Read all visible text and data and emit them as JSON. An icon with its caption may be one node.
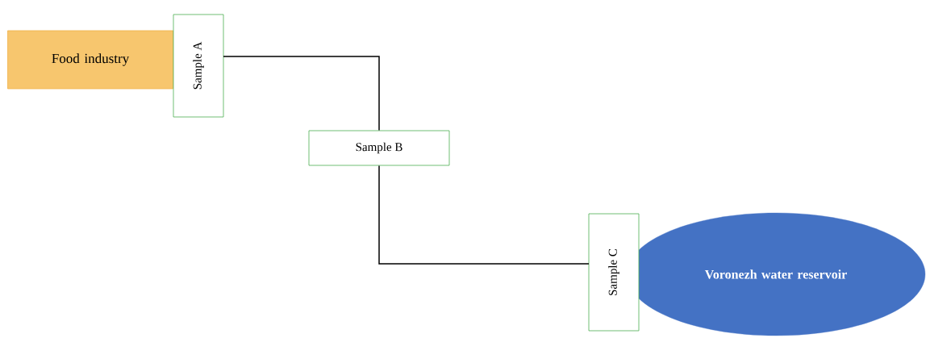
{
  "diagram": {
    "nodes": [
      {
        "text": [
          "Food industry"
        ]
      },
      {
        "text": [
          "Sample A"
        ]
      },
      {
        "text": [
          "Sample B"
        ]
      },
      {
        "text": [
          "Sample C"
        ]
      },
      {
        "text": [
          "Voronezh water reservoir"
        ]
      }
    ],
    "edges": [
      {
        "from": 1,
        "to": 2,
        "arrow": "none"
      },
      {
        "from": 2,
        "to": 3,
        "arrow": "none"
      }
    ]
  }
}
